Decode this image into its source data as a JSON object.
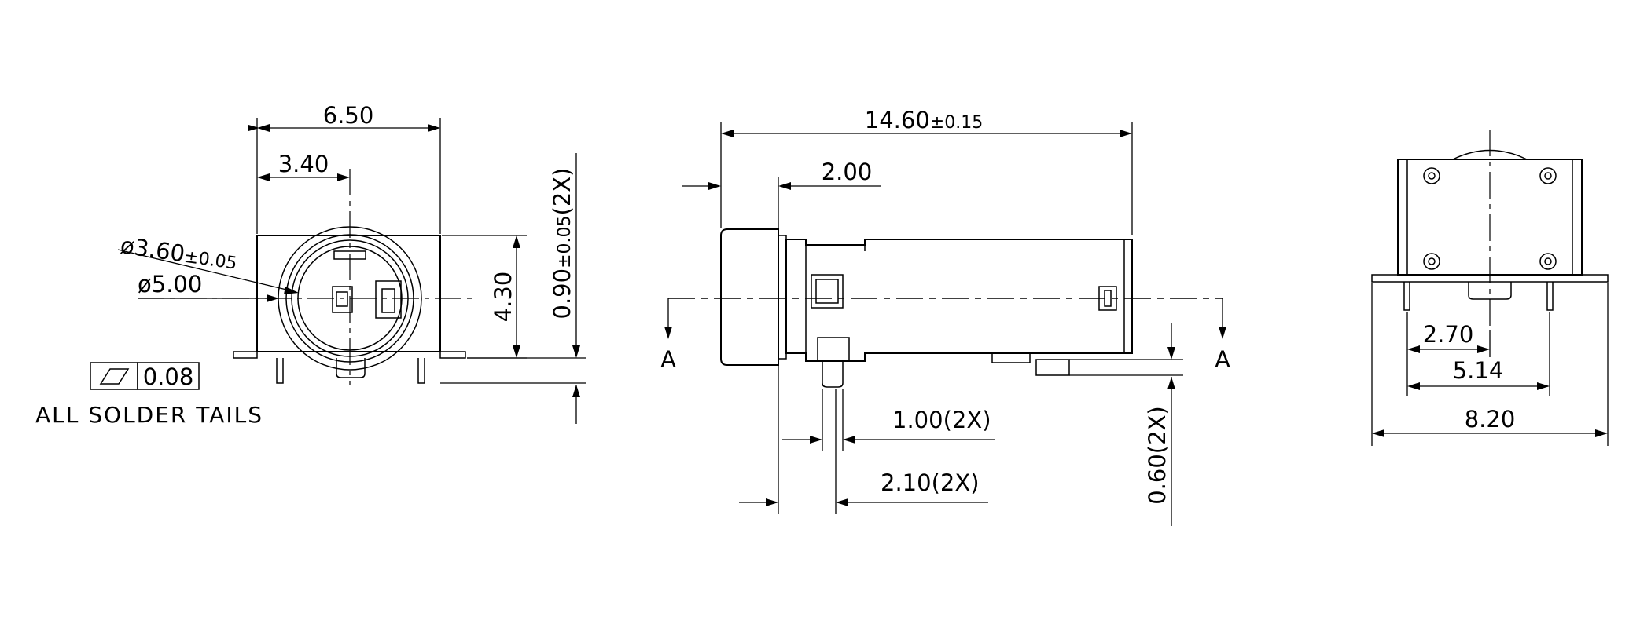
{
  "front_view": {
    "width_overall": "6.50",
    "width_half": "3.40",
    "dia_inner_main": "ø3.60",
    "dia_inner_tol": "±0.05",
    "dia_outer": "ø5.00",
    "height": "4.30",
    "tail_clearance_main": "0.90",
    "tail_clearance_tol": "±0.05",
    "tail_clearance_suffix": "(2X)",
    "flatness_value": "0.08",
    "flatness_note": "ALL SOLDER TAILS"
  },
  "side_view": {
    "length_main": "14.60",
    "length_tol": "±0.15",
    "cap_length": "2.00",
    "section_label": "A",
    "tail_width": "1.00(2X)",
    "tail_offset": "2.10(2X)",
    "tail_height": "0.60(2X)"
  },
  "end_view": {
    "pin_inner": "2.70",
    "pin_outer": "5.14",
    "width_overall": "8.20"
  }
}
